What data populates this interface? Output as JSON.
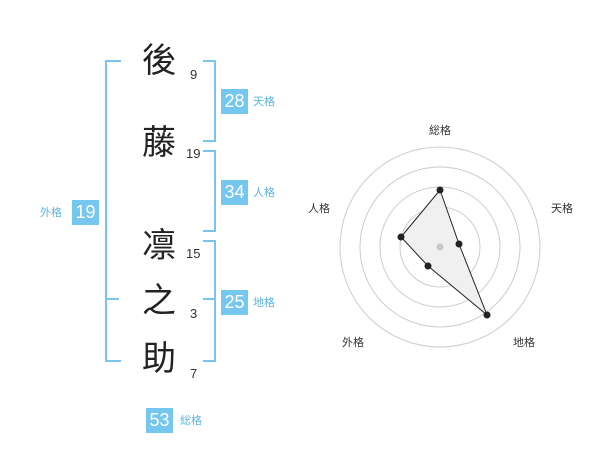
{
  "name_chars": [
    {
      "char": "後",
      "strokes": "9"
    },
    {
      "char": "藤",
      "strokes": "19"
    },
    {
      "char": "凛",
      "strokes": "15"
    },
    {
      "char": "之",
      "strokes": "3"
    },
    {
      "char": "助",
      "strokes": "7"
    }
  ],
  "scores": {
    "tenkaku": {
      "value": "28",
      "label": "天格"
    },
    "jinkaku": {
      "value": "34",
      "label": "人格"
    },
    "chikaku": {
      "value": "25",
      "label": "地格"
    },
    "gaikaku": {
      "value": "19",
      "label": "外格"
    },
    "soukaku": {
      "value": "53",
      "label": "総格"
    }
  },
  "radar": {
    "axis_labels": {
      "top": "総格",
      "right": "天格",
      "bottom_right": "地格",
      "bottom_left": "外格",
      "left": "人格"
    },
    "colors": {
      "ring": "#cccccc",
      "fill": "#eeeeee",
      "line": "#222222",
      "center": "#c8c8c8"
    }
  },
  "colors": {
    "accent": "#76c7f0",
    "accent_text": "#5fb3e0"
  }
}
